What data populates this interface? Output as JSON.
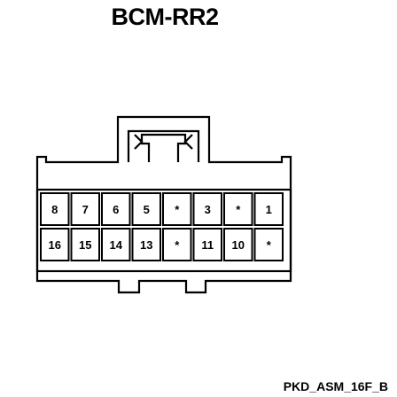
{
  "connector": {
    "title": "BCM-RR2",
    "reference": "PKD_ASM_16F_B",
    "rows": [
      [
        "8",
        "7",
        "6",
        "5",
        "*",
        "3",
        "*",
        "1"
      ],
      [
        "16",
        "15",
        "14",
        "13",
        "*",
        "11",
        "10",
        "*"
      ]
    ]
  },
  "colors": {
    "line": "#000000",
    "background": "#ffffff"
  }
}
